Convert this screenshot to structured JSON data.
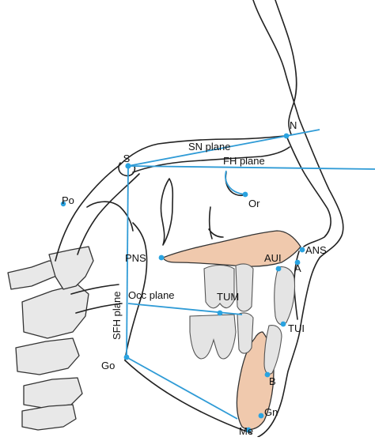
{
  "colors": {
    "plane_line": "#2f9bd6",
    "landmark_dot": "#2aa3e0",
    "palate_fill": "#f0c9ad",
    "outline": "#222222",
    "bone_fill": "#e8e8e8"
  },
  "landmarks": [
    {
      "id": "S",
      "label": "S"
    },
    {
      "id": "N",
      "label": "N"
    },
    {
      "id": "Or",
      "label": "Or"
    },
    {
      "id": "Po",
      "label": "Po"
    },
    {
      "id": "PNS",
      "label": "PNS"
    },
    {
      "id": "ANS",
      "label": "ANS"
    },
    {
      "id": "AUI",
      "label": "AUI"
    },
    {
      "id": "A",
      "label": "A"
    },
    {
      "id": "TUM",
      "label": "TUM"
    },
    {
      "id": "TUI",
      "label": "TUI"
    },
    {
      "id": "B",
      "label": "B"
    },
    {
      "id": "Go",
      "label": "Go"
    },
    {
      "id": "Gn",
      "label": "Gn"
    },
    {
      "id": "Me",
      "label": "Me"
    }
  ],
  "planes": [
    {
      "id": "SN",
      "label": "SN plane"
    },
    {
      "id": "FH",
      "label": "FH plane"
    },
    {
      "id": "Occ",
      "label": "Occ plane"
    },
    {
      "id": "SFH",
      "label": "SFH plane"
    }
  ]
}
